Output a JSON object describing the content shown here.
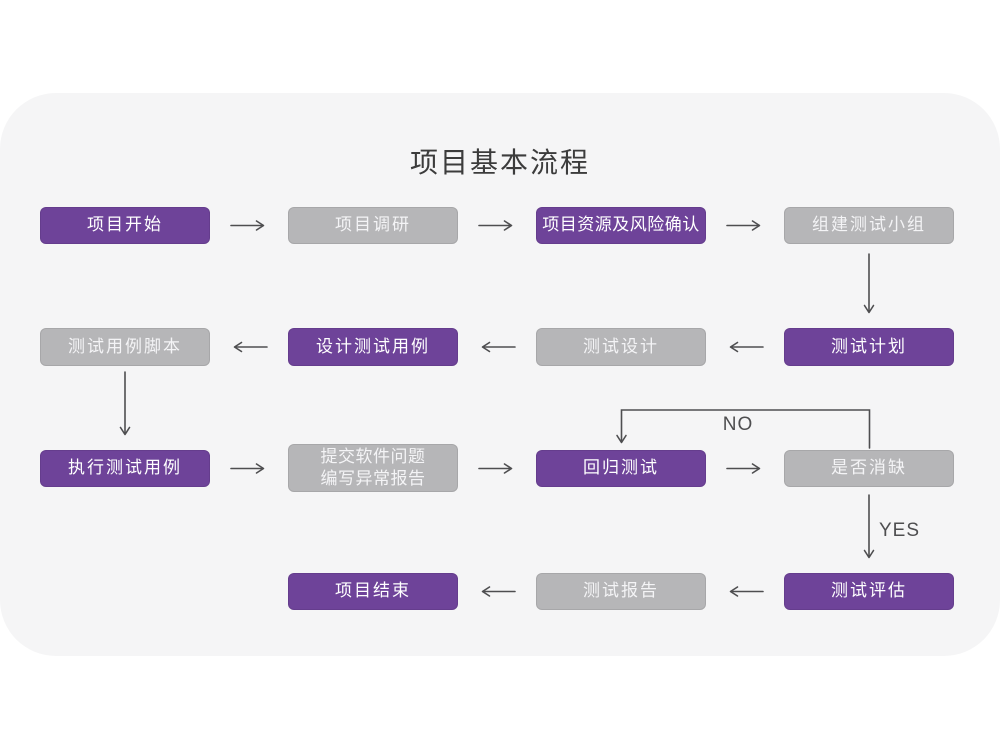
{
  "page": {
    "title": "项目基本流程"
  },
  "colors": {
    "purple": "#6E4399",
    "gray": "#B6B6B8",
    "card": "#F5F5F6",
    "arrow": "#4E4E50",
    "titleText": "#3C3C3C",
    "nodeText": "#FFFFFF",
    "grayNodeText": "#F4F4F6"
  },
  "nodes": [
    {
      "id": "project-start",
      "label": "项目开始",
      "variant": "purple"
    },
    {
      "id": "project-research",
      "label": "项目调研",
      "variant": "gray"
    },
    {
      "id": "resource-risk-confirm",
      "label": "项目资源及风险确认",
      "variant": "purple"
    },
    {
      "id": "form-test-team",
      "label": "组建测试小组",
      "variant": "gray"
    },
    {
      "id": "test-plan",
      "label": "测试计划",
      "variant": "purple"
    },
    {
      "id": "test-design",
      "label": "测试设计",
      "variant": "gray"
    },
    {
      "id": "design-test-cases",
      "label": "设计测试用例",
      "variant": "purple"
    },
    {
      "id": "test-case-scripts",
      "label": "测试用例脚本",
      "variant": "gray"
    },
    {
      "id": "execute-test-cases",
      "label": "执行测试用例",
      "variant": "purple"
    },
    {
      "id": "submit-issues-report",
      "label": "提交软件问题\n编写异常报告",
      "variant": "gray"
    },
    {
      "id": "regression-test",
      "label": "回归测试",
      "variant": "purple"
    },
    {
      "id": "defect-cleared",
      "label": "是否消缺",
      "variant": "gray"
    },
    {
      "id": "test-evaluation",
      "label": "测试评估",
      "variant": "purple"
    },
    {
      "id": "test-report",
      "label": "测试报告",
      "variant": "gray"
    },
    {
      "id": "project-end",
      "label": "项目结束",
      "variant": "purple"
    }
  ],
  "edges": [
    {
      "from": "project-start",
      "to": "project-research"
    },
    {
      "from": "project-research",
      "to": "resource-risk-confirm"
    },
    {
      "from": "resource-risk-confirm",
      "to": "form-test-team"
    },
    {
      "from": "form-test-team",
      "to": "test-plan"
    },
    {
      "from": "test-plan",
      "to": "test-design"
    },
    {
      "from": "test-design",
      "to": "design-test-cases"
    },
    {
      "from": "design-test-cases",
      "to": "test-case-scripts"
    },
    {
      "from": "test-case-scripts",
      "to": "execute-test-cases"
    },
    {
      "from": "execute-test-cases",
      "to": "submit-issues-report"
    },
    {
      "from": "submit-issues-report",
      "to": "regression-test"
    },
    {
      "from": "regression-test",
      "to": "defect-cleared"
    },
    {
      "from": "defect-cleared",
      "to": "regression-test",
      "label": "NO"
    },
    {
      "from": "defect-cleared",
      "to": "test-evaluation",
      "label": "YES"
    },
    {
      "from": "test-evaluation",
      "to": "test-report"
    },
    {
      "from": "test-report",
      "to": "project-end"
    }
  ]
}
